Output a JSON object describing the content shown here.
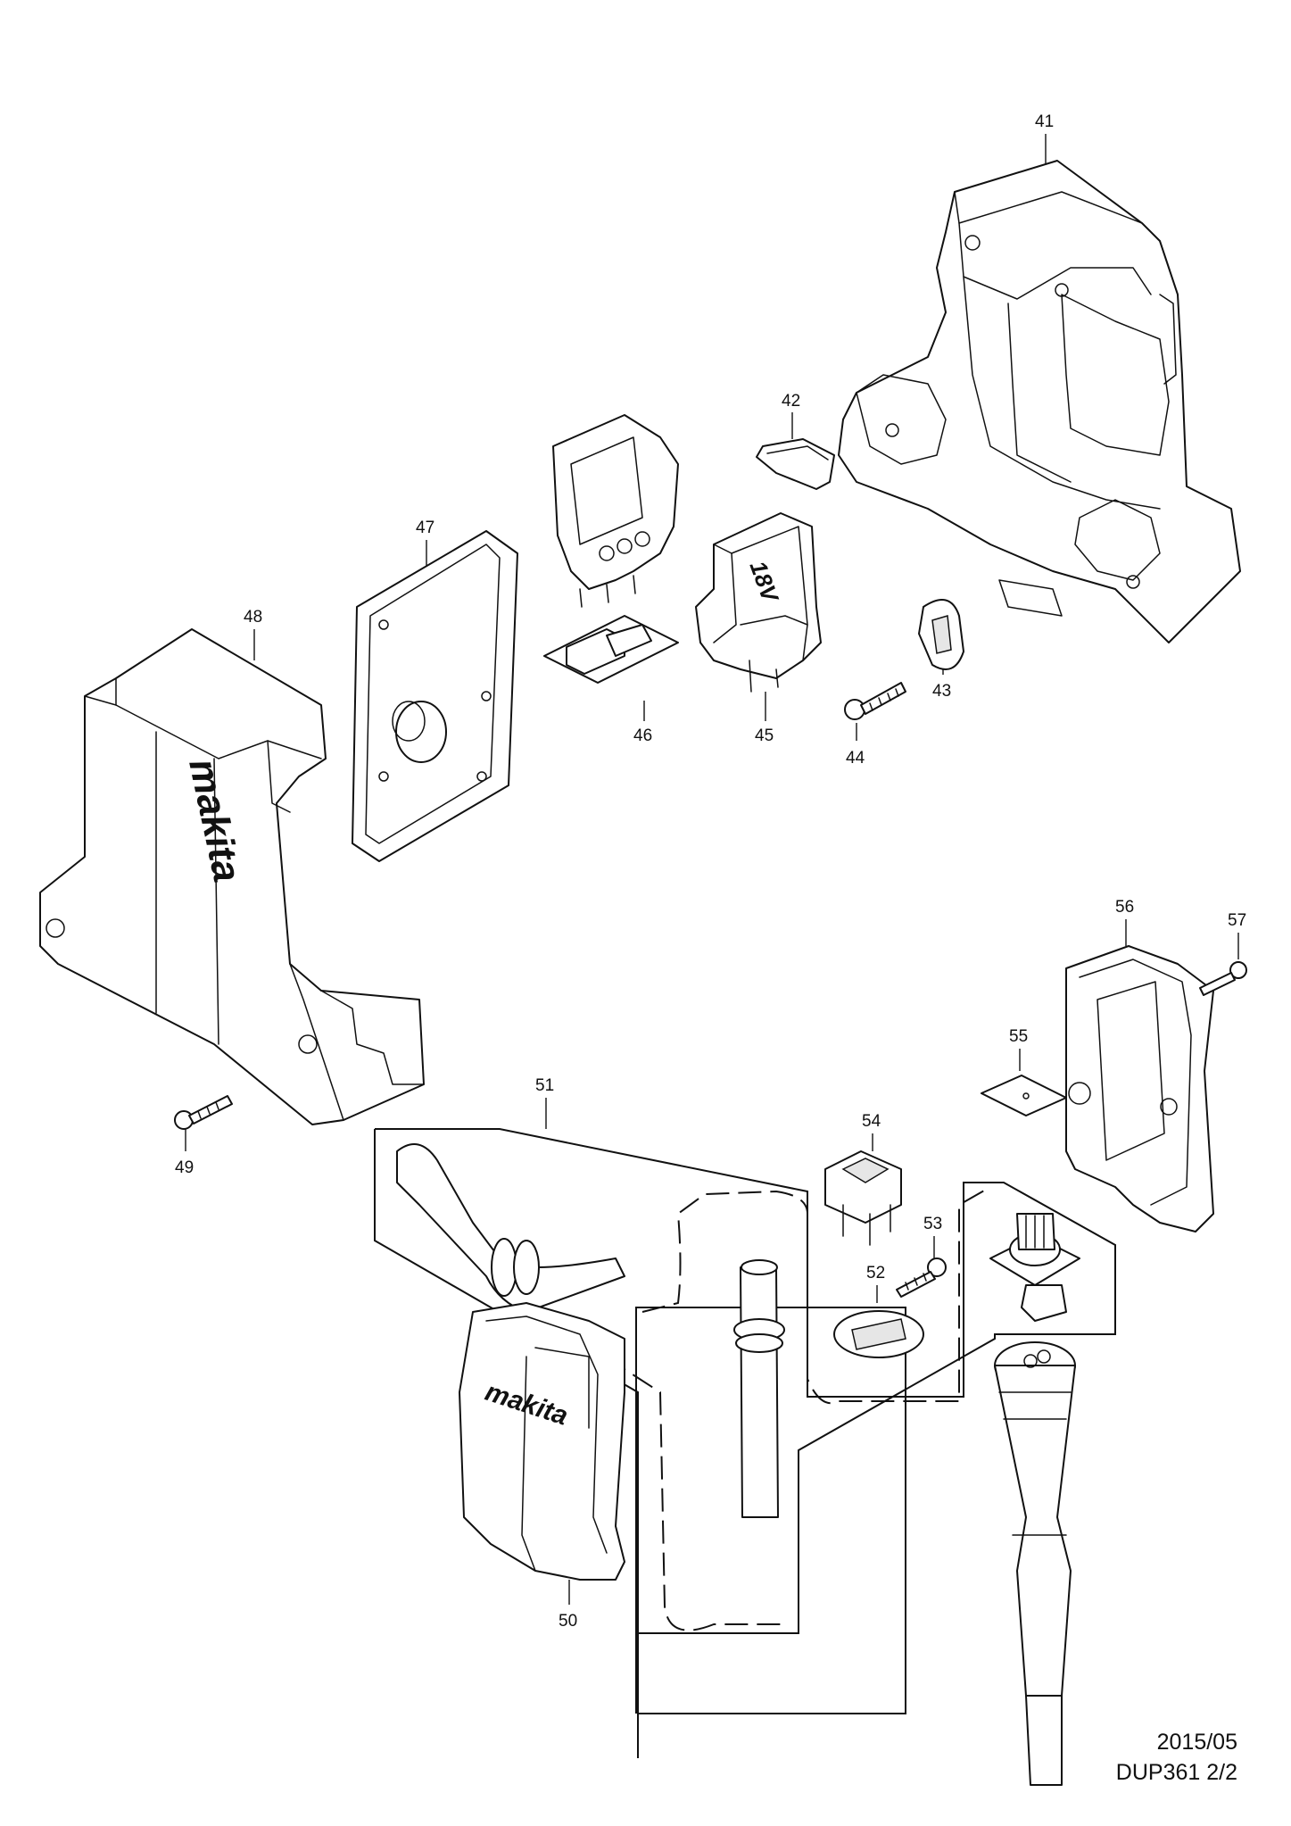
{
  "callouts": {
    "p41": "41",
    "p42": "42",
    "p43": "43",
    "p44": "44",
    "p45": "45",
    "p46": "46",
    "p47": "47",
    "p48": "48",
    "p49": "49",
    "p50": "50",
    "p51": "51",
    "p52": "52",
    "p53": "53",
    "p54": "54",
    "p55": "55",
    "p56": "56",
    "p57": "57"
  },
  "logos": {
    "housing": "makita",
    "battery_cover": "makita"
  },
  "terminal_marking": "18V",
  "footer": {
    "date": "2015/05",
    "model_page": "DUP361 2/2"
  }
}
